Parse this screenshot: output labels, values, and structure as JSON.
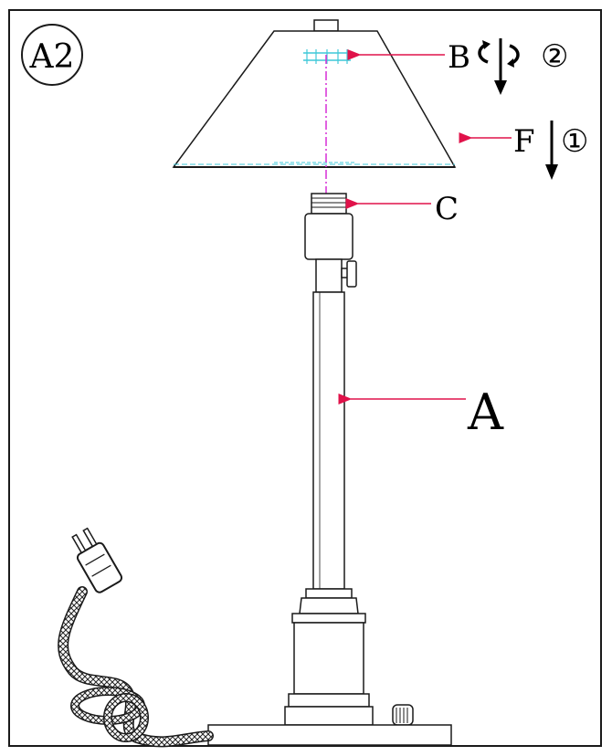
{
  "diagram": {
    "step_badge": "A2",
    "parts": {
      "A": "A",
      "B": "B",
      "C": "C",
      "F": "F"
    },
    "steps": {
      "step_1": "①",
      "step_2": "②"
    },
    "colors": {
      "line": "#1a1a1a",
      "pointer": "#e0124a",
      "axis": "#d62fd6",
      "hidden_part": "#3fc8d8"
    }
  }
}
